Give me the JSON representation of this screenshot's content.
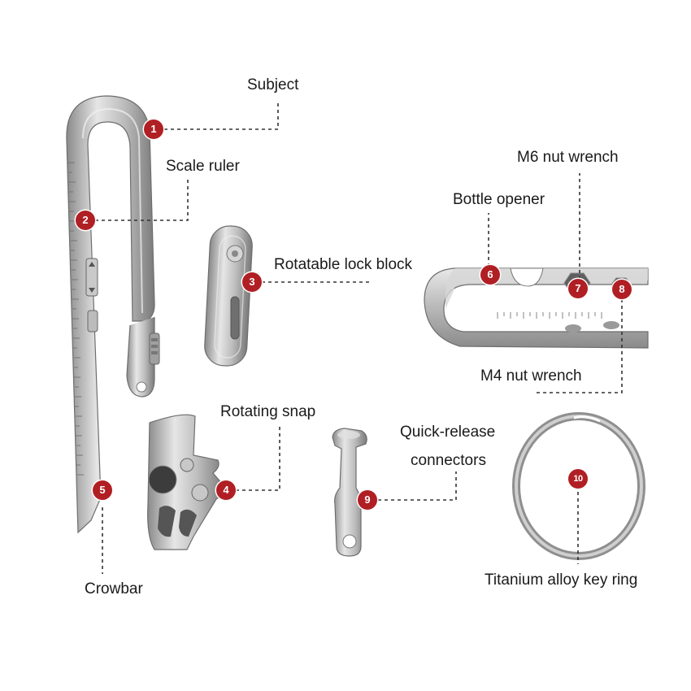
{
  "labels": {
    "subject": "Subject",
    "scale_ruler": "Scale ruler",
    "rotatable_lock_block": "Rotatable lock block",
    "m6_nut_wrench": "M6 nut wrench",
    "bottle_opener": "Bottle opener",
    "m4_nut_wrench": "M4 nut wrench",
    "rotating_snap": "Rotating snap",
    "quick_release_line1": "Quick-release",
    "quick_release_line2": "connectors",
    "crowbar": "Crowbar",
    "key_ring": "Titanium alloy key ring"
  },
  "markers": [
    "1",
    "2",
    "3",
    "4",
    "5",
    "6",
    "7",
    "8",
    "9",
    "10"
  ],
  "colors": {
    "marker": "#b01f24",
    "metal_light": "#e2e2e2",
    "metal_mid": "#b4b4b4",
    "metal_dark": "#7d7d7d",
    "leader_line": "#333333"
  }
}
